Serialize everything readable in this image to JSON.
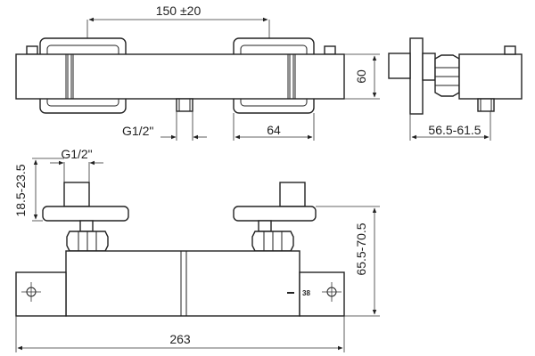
{
  "dimensions": {
    "top_width": "150 ±20",
    "top_thread": "G1/2\"",
    "top_depth": "64",
    "top_height": "60",
    "side_depth": "56.5-61.5",
    "front_thread": "G1/2\"",
    "front_inlet": "18.5-23.5",
    "front_height": "65.5-70.5",
    "front_width": "263",
    "temp_mark": "38"
  }
}
